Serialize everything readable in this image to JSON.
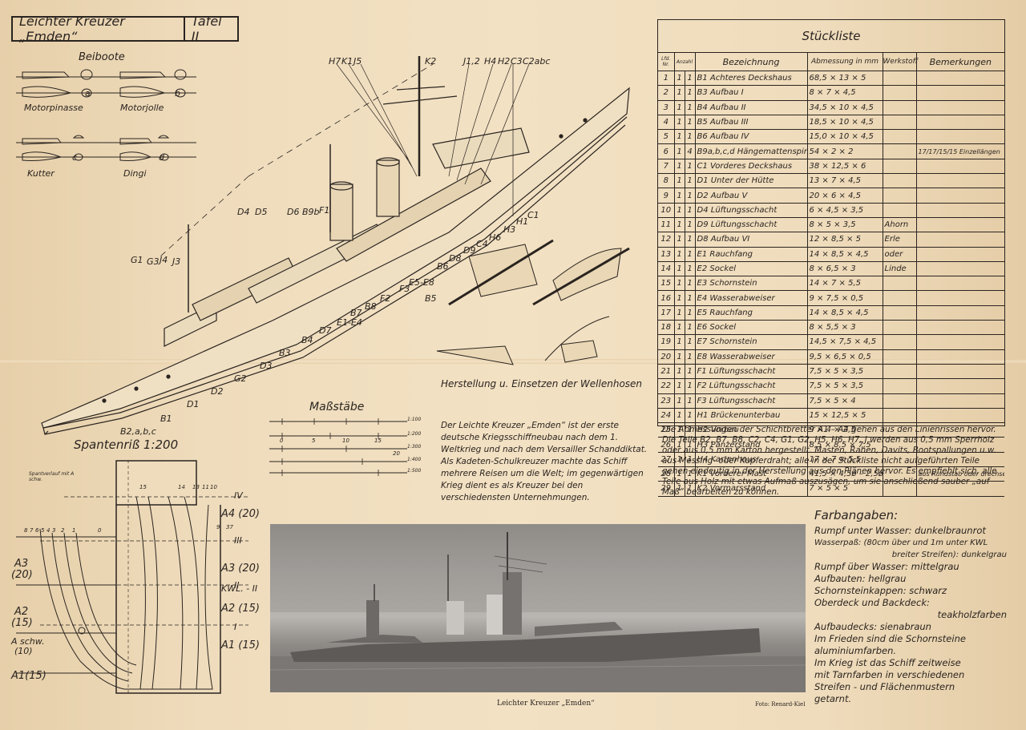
{
  "title": {
    "name": "Leichter Kreuzer „Emden“",
    "plate": "Tafel II"
  },
  "boats": {
    "heading": "Beiboote",
    "items": [
      {
        "label": "Motorpinasse",
        "letter": "a"
      },
      {
        "label": "Motorjolle",
        "letter": "b"
      },
      {
        "label": "Kutter",
        "letter": "c"
      },
      {
        "label": "Dingi",
        "letter": "d"
      }
    ]
  },
  "ship_labels": [
    "H7",
    "K1",
    "J5",
    "K2",
    "J1,2",
    "H4",
    "H2",
    "C3",
    "C2abc",
    "D4",
    "D5",
    "D6",
    "B9b",
    "F1",
    "G1",
    "G3",
    "J4",
    "J3",
    "B5",
    "H6",
    "H3",
    "H1",
    "C1",
    "C4",
    "D9",
    "D8",
    "B6",
    "E5-E8",
    "F3",
    "F2",
    "B8",
    "B7",
    "E1-E4",
    "D7",
    "B4",
    "B3",
    "D3",
    "G2",
    "D2",
    "D1",
    "B1",
    "B2,a,b,c"
  ],
  "wellenhosen_caption": "Herstellung u. Einsetzen der Wellenhosen",
  "scales": {
    "heading": "Maßstäbe",
    "rows": [
      "1:100",
      "1:200",
      "1:300",
      "1:400",
      "1:500"
    ],
    "ticks": [
      "0",
      "5",
      "10",
      "15",
      "20"
    ]
  },
  "frames": {
    "heading": "Spantenriß 1:200",
    "note": "Spantverlauf mit A schw.",
    "labels_right": [
      "A4 (20)",
      "A3 (20)",
      "KWL. - II",
      "A2 (15)",
      "A1 (15)"
    ],
    "labels_left": [
      "A3",
      "(20)",
      "A2",
      "(15)",
      "A schw.",
      "(10)",
      "A1(15)"
    ],
    "roman": [
      "IV",
      "III",
      "II",
      "I"
    ],
    "numbers_top": [
      "15",
      "14",
      "13",
      "11",
      "10"
    ],
    "numbers_left": [
      "8",
      "7",
      "6",
      "5",
      "4",
      "3",
      "2",
      "1",
      "0"
    ],
    "numbers_right": [
      "9",
      "37"
    ]
  },
  "history_text": "Der Leichte Kreuzer „Emden“ ist der erste deutsche Kriegsschiffneubau nach dem 1. Weltkrieg und nach dem Versailler Schanddiktat. Als Kadeten-Schulkreuzer machte das Schiff mehrere Reisen um die Welt; im gegenwärtigen Krieg dient es als Kreuzer bei den verschiedensten Unternehmungen.",
  "parts_list": {
    "title": "Stückliste",
    "columns": [
      "Lfd. Nr.",
      "Anzahl",
      "Bezeichnung",
      "Abmessung in mm",
      "Werkstoff",
      "Bemerkungen"
    ],
    "rows": [
      [
        "1",
        "1",
        "1",
        "B1 Achteres Deckshaus",
        "68,5 × 13 × 5",
        "",
        ""
      ],
      [
        "2",
        "1",
        "1",
        "B3 Aufbau I",
        "8 × 7 × 4,5",
        "",
        ""
      ],
      [
        "3",
        "1",
        "1",
        "B4 Aufbau II",
        "34,5 × 10 × 4,5",
        "",
        ""
      ],
      [
        "4",
        "1",
        "1",
        "B5 Aufbau III",
        "18,5 × 10 × 4,5",
        "",
        ""
      ],
      [
        "5",
        "1",
        "1",
        "B6 Aufbau IV",
        "15,0 × 10 × 4,5",
        "",
        ""
      ],
      [
        "6",
        "1",
        "4",
        "B9a,b,c,d Hängemattenspinde",
        "54 × 2 × 2",
        "",
        "17/17/15/15 Einzellängen"
      ],
      [
        "7",
        "1",
        "1",
        "C1 Vorderes Deckshaus",
        "38 × 12,5 × 6",
        "",
        ""
      ],
      [
        "8",
        "1",
        "1",
        "D1 Unter der Hütte",
        "13 × 7 × 4,5",
        "",
        ""
      ],
      [
        "9",
        "1",
        "1",
        "D2 Aufbau V",
        "20 × 6 × 4,5",
        "",
        ""
      ],
      [
        "10",
        "1",
        "1",
        "D4 Lüftungsschacht",
        "6 × 4,5 × 3,5",
        "",
        ""
      ],
      [
        "11",
        "1",
        "1",
        "D9 Lüftungsschacht",
        "8 × 5 × 3,5",
        "Ahorn",
        ""
      ],
      [
        "12",
        "1",
        "1",
        "D8 Aufbau VI",
        "12 × 8,5 × 5",
        "Erle",
        ""
      ],
      [
        "13",
        "1",
        "1",
        "E1 Rauchfang",
        "14 × 8,5 × 4,5",
        "oder",
        ""
      ],
      [
        "14",
        "1",
        "1",
        "E2 Sockel",
        "8 × 6,5 × 3",
        "Linde",
        ""
      ],
      [
        "15",
        "1",
        "1",
        "E3 Schornstein",
        "14 × 7 × 5,5",
        "",
        ""
      ],
      [
        "16",
        "1",
        "1",
        "E4 Wasserabweiser",
        "9 × 7,5 × 0,5",
        "",
        ""
      ],
      [
        "17",
        "1",
        "1",
        "E5 Rauchfang",
        "14 × 8,5 × 4,5",
        "",
        ""
      ],
      [
        "18",
        "1",
        "1",
        "E6 Sockel",
        "8 × 5,5 × 3",
        "",
        ""
      ],
      [
        "19",
        "1",
        "1",
        "E7 Schornstein",
        "14,5 × 7,5 × 4,5",
        "",
        ""
      ],
      [
        "20",
        "1",
        "1",
        "E8 Wasserabweiser",
        "9,5 × 6,5 × 0,5",
        "",
        ""
      ],
      [
        "21",
        "1",
        "1",
        "F1 Lüftungsschacht",
        "7,5 × 5 × 3,5",
        "",
        ""
      ],
      [
        "22",
        "1",
        "1",
        "F2 Lüftungsschacht",
        "7,5 × 5 × 3,5",
        "",
        ""
      ],
      [
        "23",
        "1",
        "1",
        "F3 Lüftungsschacht",
        "7,5 × 5 × 4",
        "",
        ""
      ],
      [
        "24",
        "1",
        "1",
        "H1 Brückenunterbau",
        "15 × 12,5 × 5",
        "",
        ""
      ],
      [
        "25",
        "1",
        "1",
        "H2 Vorbau",
        "9 × 4 × 2,5",
        "",
        ""
      ],
      [
        "26",
        "1",
        "1",
        "H3 Panzerstand",
        "8,5 × 8,5 × 7,5",
        "",
        ""
      ],
      [
        "27",
        "1",
        "1",
        "H4 Kartenhaus",
        "17 × 7 × 5,5",
        "",
        ""
      ],
      [
        "28",
        "1",
        "1",
        "K1 Vorderer Mast",
        "41,5 × 4,5ø – 2,5ø",
        "",
        "aus Rundstab oder drechseln lassen"
      ],
      [
        "29",
        "1",
        "1",
        "K2 Vormarsstand",
        "7 × 5 × 5",
        "",
        ""
      ]
    ]
  },
  "notes_text": "Die Abmessungen der Schichtbretter A1 – A4 gehen aus den Linienrissen hervor. Die Teile B2, B7, B8, C2, C4, G1, G2, H5, H6, H7, J werden aus 0,5 mm Sperrholz oder aus 0,5 mm Karton hergestellt. Masten, Rahen, Davits, Bootspallungen u.w. aus Messing- oder Kupferdraht; alle in der Stückliste nicht aufgeführten Teile gehen eindeutig in der Herstellung aus den Plänen hervor. Es empfiehlt sich, alle Teile aus Holz mit etwas Aufmaß auszusägen, um sie anschließend sauber „auf Maß“ bearbeiten zu können.",
  "paint": {
    "heading": "Farbangaben:",
    "lines": [
      "Rumpf unter Wasser: dunkelbraunrot",
      "Wasserpaß: (80cm über und 1m unter KWL",
      "breiter Streifen): dunkelgrau",
      "Rumpf über Wasser:          mittelgrau",
      "Aufbauten:                  hellgrau",
      "Schornsteinkappen:          schwarz",
      "Oberdeck und Backdeck:",
      "teakholzfarben",
      "Aufbaudecks:             sienabraun",
      "Im Frieden sind die Schornsteine",
      "aluminiumfarben.",
      "Im Krieg ist das Schiff zeitweise",
      "mit Tarnfarben in verschiedenen",
      "Streifen - und Flächenmustern",
      "getarnt."
    ]
  },
  "photo": {
    "caption": "Leichter Kreuzer „Emden“",
    "credit": "Foto: Renard-Kiel"
  },
  "colors": {
    "paper": "#f0dfc0",
    "ink": "#2a2420",
    "photo": "#9c9996"
  }
}
